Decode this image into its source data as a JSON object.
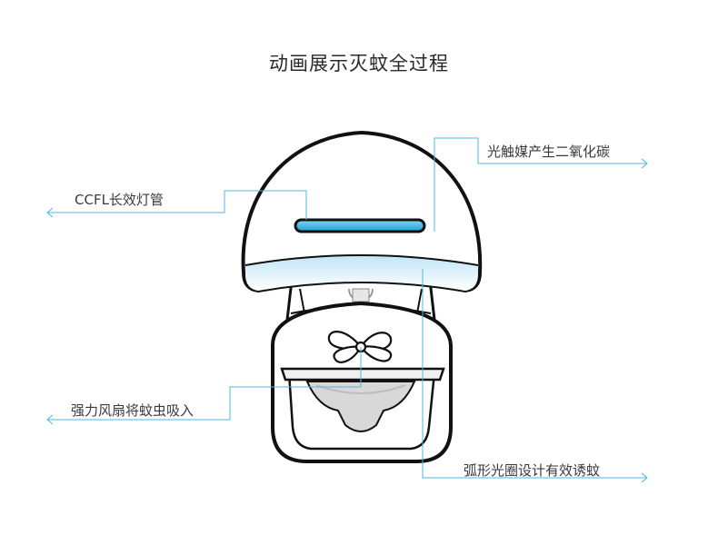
{
  "title": "动画展示灭蚊全过程",
  "callouts": {
    "ccfl": "CCFL长效灯管",
    "co2": "光触媒产生二氧化碳",
    "fan": "强力风扇将蚊虫吸入",
    "ring": "弧形光圈设计有效诱蚊"
  },
  "colors": {
    "accent": "#3fb6de",
    "outline": "#111111"
  }
}
